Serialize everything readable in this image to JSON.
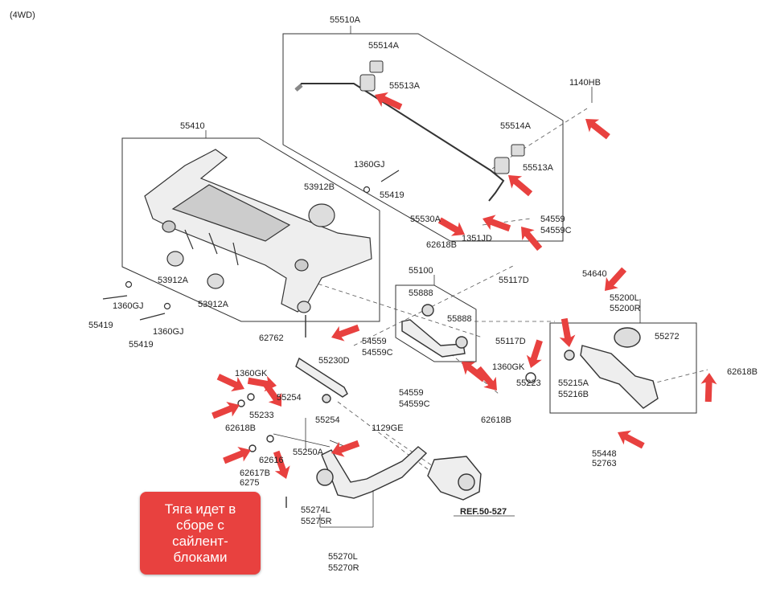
{
  "header": {
    "variant": "(4WD)"
  },
  "colors": {
    "arrow": "#e8413f",
    "line": "#333333",
    "note_bg": "#e8413f"
  },
  "labels": {
    "p55510A": "55510A",
    "p55514A_1": "55514A",
    "p55513A_1": "55513A",
    "p1140HB": "1140HB",
    "p55514A_2": "55514A",
    "p55513A_2": "55513A",
    "p55410": "55410",
    "p1360GJ_1": "1360GJ",
    "p53912B": "53912B",
    "p55419_1": "55419",
    "p55530A": "55530A",
    "p54559_1": "54559",
    "p54559C_1": "54559C",
    "p1351JD": "1351JD",
    "p62618B_1": "62618B",
    "p55117D_1": "55117D",
    "p55100": "55100",
    "p55888_1": "55888",
    "p55888_2": "55888",
    "p53912A_1": "53912A",
    "p53912A_2": "53912A",
    "p1360GJ_2": "1360GJ",
    "p1360GJ_3": "1360GJ",
    "p55419_2": "55419",
    "p55419_3": "55419",
    "p54640": "54640",
    "p55200L": "55200L",
    "p55200R": "55200R",
    "p55272": "55272",
    "p62762": "62762",
    "p55230D": "55230D",
    "p54559_2": "54559",
    "p54559C_2": "54559C",
    "p55117D_2": "55117D",
    "p1360GK_1": "1360GK",
    "p55215A": "55215A",
    "p55216B": "55216B",
    "p55223": "55223",
    "p62618B_2": "62618B",
    "p62618B_3": "62618B",
    "p1360GK_2": "1360GK",
    "p55254_1": "55254",
    "p55233": "55233",
    "p62618B_4": "62618B",
    "p54559_3": "54559",
    "p54559C_3": "54559C",
    "p55254_2": "55254",
    "p1129GE": "1129GE",
    "p55448": "55448",
    "p52763": "52763",
    "p62616": "62616",
    "p55250A": "55250A",
    "p62617B": "62617B",
    "p6275": "6275",
    "p55274L": "55274L",
    "p55275R": "55275R",
    "pREF": "REF.50-527",
    "p55270L": "55270L",
    "p55270R": "55270R"
  },
  "note": {
    "text": "Тяга идет в сборе с сайлент-блоками"
  }
}
